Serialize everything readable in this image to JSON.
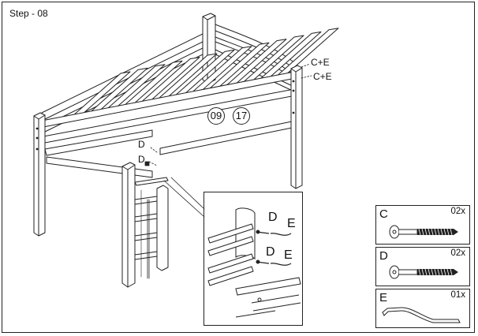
{
  "step": {
    "title": "Step - 08"
  },
  "callouts": {
    "hardware_upper": "C+E",
    "hardware_lower": "C+E",
    "label_d_upper": "D",
    "label_d_lower": "D"
  },
  "badges": [
    "09",
    "17"
  ],
  "detail": {
    "label_d_top": "D",
    "label_e_top": "E",
    "label_d_bottom": "D",
    "label_e_bottom": "E"
  },
  "parts": [
    {
      "letter": "C",
      "qty": "02x",
      "icon": "bolt-icon"
    },
    {
      "letter": "D",
      "qty": "02x",
      "icon": "bolt-icon"
    },
    {
      "letter": "E",
      "qty": "01x",
      "icon": "allen-key-icon"
    }
  ]
}
